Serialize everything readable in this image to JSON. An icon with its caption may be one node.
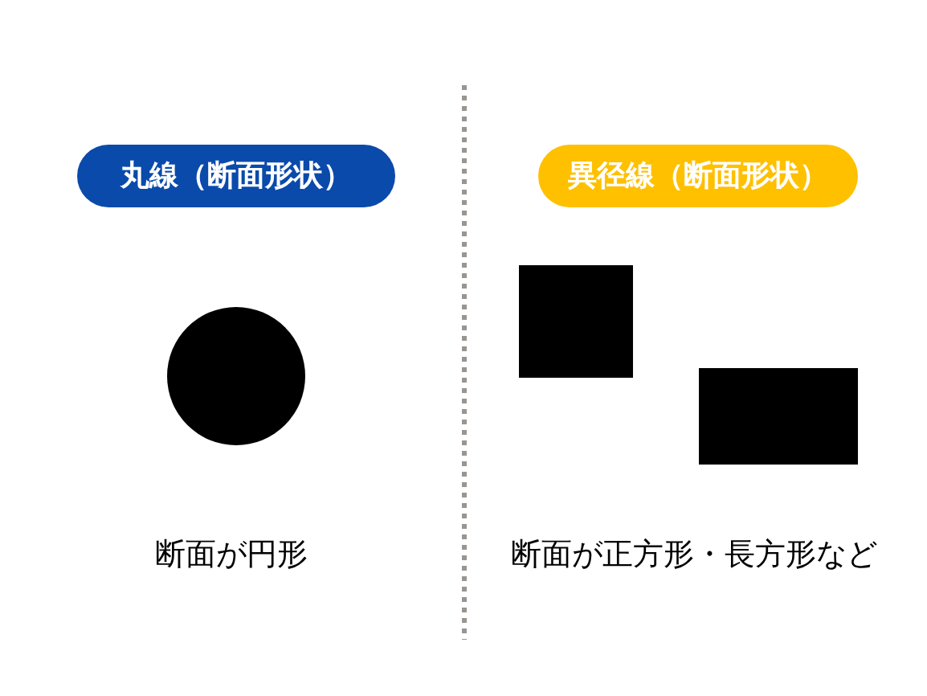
{
  "diagram": {
    "nodes": [
      {
        "text": [
          "丸線（断面形状）"
        ]
      },
      {
        "text": [
          "異径線（断面形状）"
        ]
      },
      {
        "text": [],
        "shape": "circle"
      },
      {
        "text": [],
        "shape": "box"
      },
      {
        "text": [],
        "shape": "box"
      }
    ],
    "labels": [
      "断面が円形",
      "断面が正方形・長方形など"
    ]
  }
}
